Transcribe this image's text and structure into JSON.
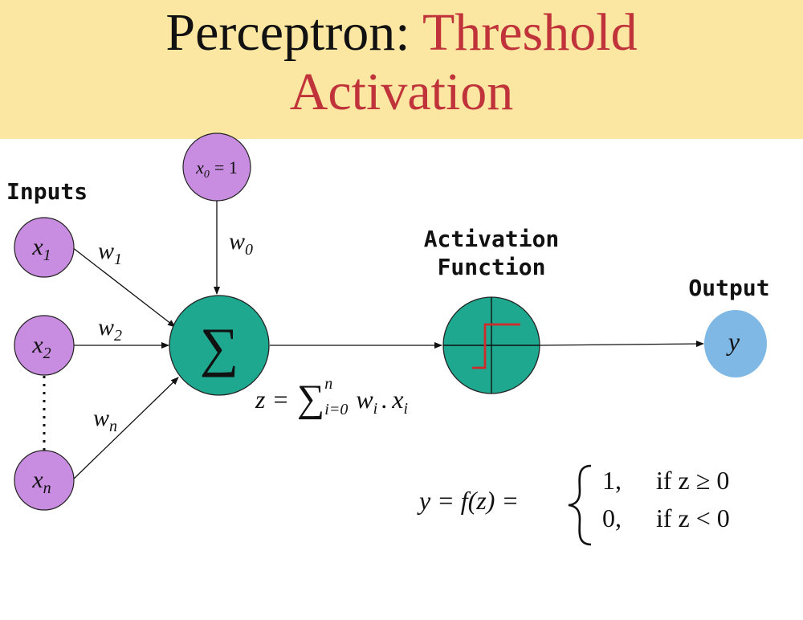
{
  "title": {
    "part1": "Perceptron: ",
    "part2": "Threshold",
    "line2": "Activation"
  },
  "labels": {
    "inputs": "Inputs",
    "activation_line1": "Activation",
    "activation_line2": "Function",
    "output": "Output"
  },
  "nodes": {
    "bias": {
      "var": "x",
      "sub": "0",
      "rest": "= 1"
    },
    "x1": {
      "var": "x",
      "sub": "1"
    },
    "x2": {
      "var": "x",
      "sub": "2"
    },
    "xn": {
      "var": "x",
      "sub": "n"
    },
    "sum_symbol": "∑",
    "output_var": "y"
  },
  "weights": {
    "w0": {
      "var": "w",
      "sub": "0"
    },
    "w1": {
      "var": "w",
      "sub": "1"
    },
    "w2": {
      "var": "w",
      "sub": "2"
    },
    "wn": {
      "var": "w",
      "sub": "n"
    }
  },
  "formula_sum": {
    "lhs": "z =",
    "sigma": "∑",
    "upper": "n",
    "lower": "i=0",
    "term1_var": "w",
    "term1_sub": "i",
    "dot": ".",
    "term2_var": "x",
    "term2_sub": "i"
  },
  "formula_piecewise": {
    "lhs": "y = f(z) =",
    "case1_value": "1,",
    "case1_cond": "if z ≥ 0",
    "case2_value": "0,",
    "case2_cond": "if z < 0"
  },
  "colors": {
    "banner": "#fbe7a1",
    "title_accent": "#c0333a",
    "input_node": "#c88de0",
    "sum_node": "#1fa890",
    "output_node": "#7fb8e4",
    "step_line": "#d12a2a"
  }
}
